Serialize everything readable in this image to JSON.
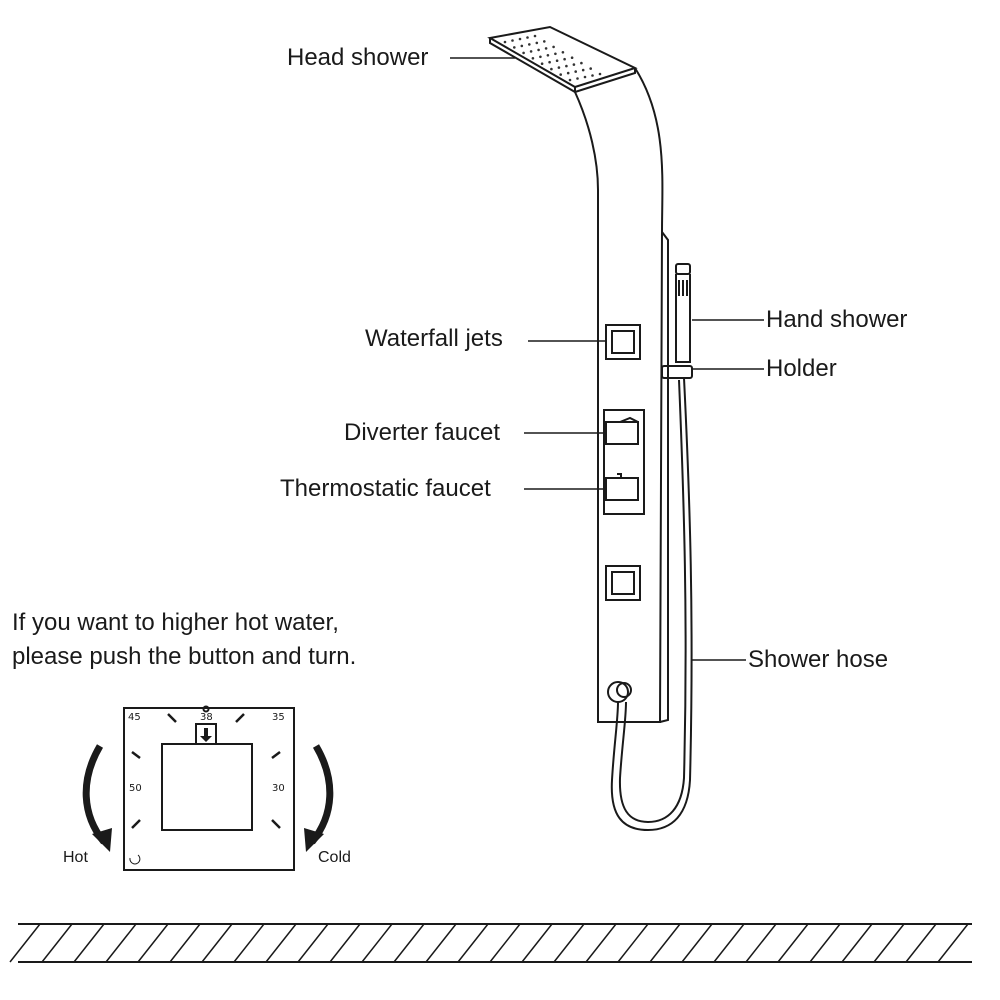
{
  "labels": {
    "head_shower": "Head shower",
    "hand_shower": "Hand shower",
    "waterfall_jets": "Waterfall jets",
    "holder": "Holder",
    "diverter_faucet": "Diverter faucet",
    "thermostatic_faucet": "Thermostatic faucet",
    "shower_hose": "Shower hose"
  },
  "instruction": {
    "line1": "If you want to higher hot water,",
    "line2": "please push the button and turn."
  },
  "dial": {
    "t45": "45",
    "t38": "38",
    "t35": "35",
    "t50": "50",
    "t30": "30",
    "hot": "Hot",
    "cold": "Cold"
  }
}
